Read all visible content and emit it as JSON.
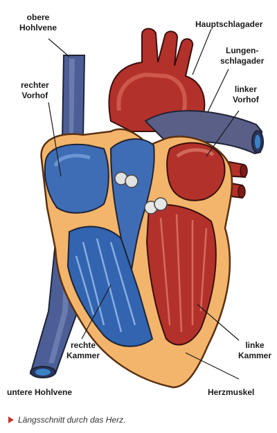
{
  "labels": {
    "obere_hohlvene": "obere\nHohlvene",
    "hauptschlagader": "Hauptschlagader",
    "lungenschlagader": "Lungen-\nschlagader",
    "linker_vorhof": "linker\nVorhof",
    "rechter_vorhof": "rechter\nVorhof",
    "rechte_kammer": "rechte\nKammer",
    "linke_kammer": "linke\nKammer",
    "untere_hohlvene": "untere Hohlvene",
    "herzmuskel": "Herzmuskel"
  },
  "caption": "Längsschnitt durch das Herz.",
  "colors": {
    "caption_marker": "#c0392b",
    "vein_blue": "#3f6db5",
    "vessel_gray": "#5a5f88",
    "artery_red": "#b3312b",
    "muscle": "#f2b56b"
  }
}
